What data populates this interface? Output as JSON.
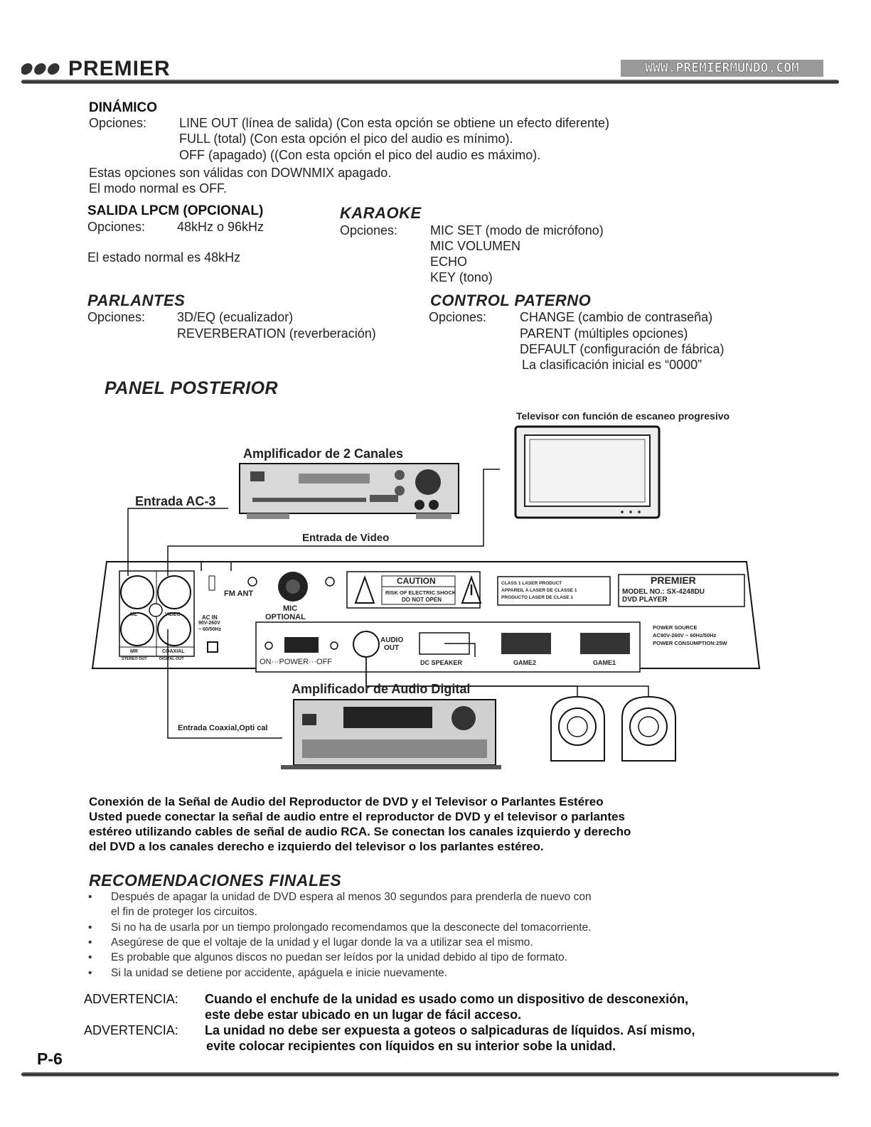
{
  "header": {
    "brand": "PREMIER",
    "url": "WWW.PREMIERMUNDO.COM"
  },
  "dinamico": {
    "title": "DINÁMICO",
    "options_label": "Opciones:",
    "options": [
      "LINE OUT (línea de salida) (Con esta opción se obtiene un efecto diferente)",
      "FULL (total) (Con esta opción el pico del audio es mínimo).",
      "OFF (apagado) ((Con esta opción el pico del audio es máximo)."
    ],
    "note1": "Estas opciones son válidas con DOWNMIX apagado.",
    "note2": "El modo normal es OFF."
  },
  "salida": {
    "title": "SALIDA LPCM (OPCIONAL)",
    "options_label": "Opciones:",
    "options": "48kHz o 96kHz",
    "note": "El estado normal es 48kHz"
  },
  "karaoke": {
    "title": "KARAOKE",
    "options_label": "Opciones:",
    "options": [
      "MIC SET (modo de micrófono)",
      "MIC VOLUMEN",
      "ECHO",
      "KEY (tono)"
    ]
  },
  "parlantes": {
    "title": "PARLANTES",
    "options_label": "Opciones:",
    "options": [
      "3D/EQ (ecualizador)",
      "REVERBERATION (reverberación)"
    ]
  },
  "control": {
    "title": "CONTROL PATERNO",
    "options_label": "Opciones:",
    "options": [
      "CHANGE (cambio de contraseña)",
      "PARENT (múltiples opciones)",
      "DEFAULT (configuración de fábrica)",
      "La clasificación inicial es “0000”"
    ]
  },
  "panel": {
    "title": "PANEL POSTERIOR",
    "tv_label": "Televisor con función de escaneo progresivo",
    "amp2_label": "Amplificador de 2 Canales",
    "ac3_label": "Entrada AC-3",
    "video_label": "Entrada de Video",
    "digital_amp_label": "Amplificador de Audio Digital",
    "coaxial_label": "Entrada Coaxial,Opti cal",
    "fm_ant": "FM ANT",
    "mic": "MIC",
    "mic_optional": "OPTIONAL",
    "caution": "CAUTION",
    "caution_sub1": "RISK OF ELECTRIC SHOCK",
    "caution_sub2": "DO NOT OPEN",
    "laser1": "CLASS 1 LASER PRODUCT",
    "laser2": "APPAREIL A LASER DE CLASSE 1",
    "laser3": "PRODUCTO LASER DE CLASE 1",
    "brand": "PREMIER",
    "model": "MODEL NO.: SX-4248DU",
    "player": "DVD PLAYER",
    "power_source": "POWER SOURCE",
    "power_spec": "AC90V-260V ~ 60Hz/50Hz",
    "power_consumption": "POWER CONSUMPTION:25W",
    "ac_in1": "AC  IN",
    "ac_in2": "90V-260V",
    "ac_in3": "~ 60/50Hz",
    "ml": "ML",
    "mr": "MR",
    "video": "VIDEO",
    "coaxial": "COAXIAL",
    "stereo_out": "STEREO OUT",
    "digital_out": "DIGITAL OUT",
    "power_switch": "ON···POWER···OFF",
    "audio_out1": "AUDIO",
    "audio_out2": "OUT",
    "dc_speaker": "DC SPEAKER",
    "game2": "GAME2",
    "game1": "GAME1"
  },
  "conexion": {
    "title": "Conexión de la Señal de Audio del Reproductor de DVD y el Televisor o Parlantes Estéreo",
    "lines": [
      "Usted puede conectar la señal de audio entre el reproductor de DVD y el televisor o parlantes",
      "estéreo utilizando cables de señal de audio RCA. Se conectan los canales izquierdo y derecho",
      "del DVD a los canales derecho e izquierdo del televisor o los parlantes estéreo."
    ]
  },
  "recomendaciones": {
    "title": "RECOMENDACIONES FINALES",
    "items": [
      "Después de apagar la unidad de DVD espera al menos 30 segundos para prenderla de nuevo con",
      "el fin de proteger los circuitos.",
      "Si no ha de usarla por un tiempo prolongado recomendamos que la desconecte del tomacorriente.",
      "Asegúrese de que el voltaje de la unidad y el lugar donde la va a utilizar sea el mismo.",
      "Es probable que algunos discos no puedan ser leídos por la unidad debido al tipo de formato.",
      "Si la unidad se detiene por accidente, apáguela e inicie nuevamente."
    ]
  },
  "advertencia": {
    "label": "ADVERTENCIA:",
    "w1a": "Cuando el enchufe de la unidad es usado como un dispositivo de desconexión,",
    "w1b": "este debe estar ubicado en un lugar de fácil acceso.",
    "w2a": "La unidad no debe ser expuesta a goteos o salpicaduras de líquidos. Así mismo,",
    "w2b": "evite colocar recipientes con líquidos en su interior sobe la unidad."
  },
  "footer": {
    "page": "P-6"
  }
}
